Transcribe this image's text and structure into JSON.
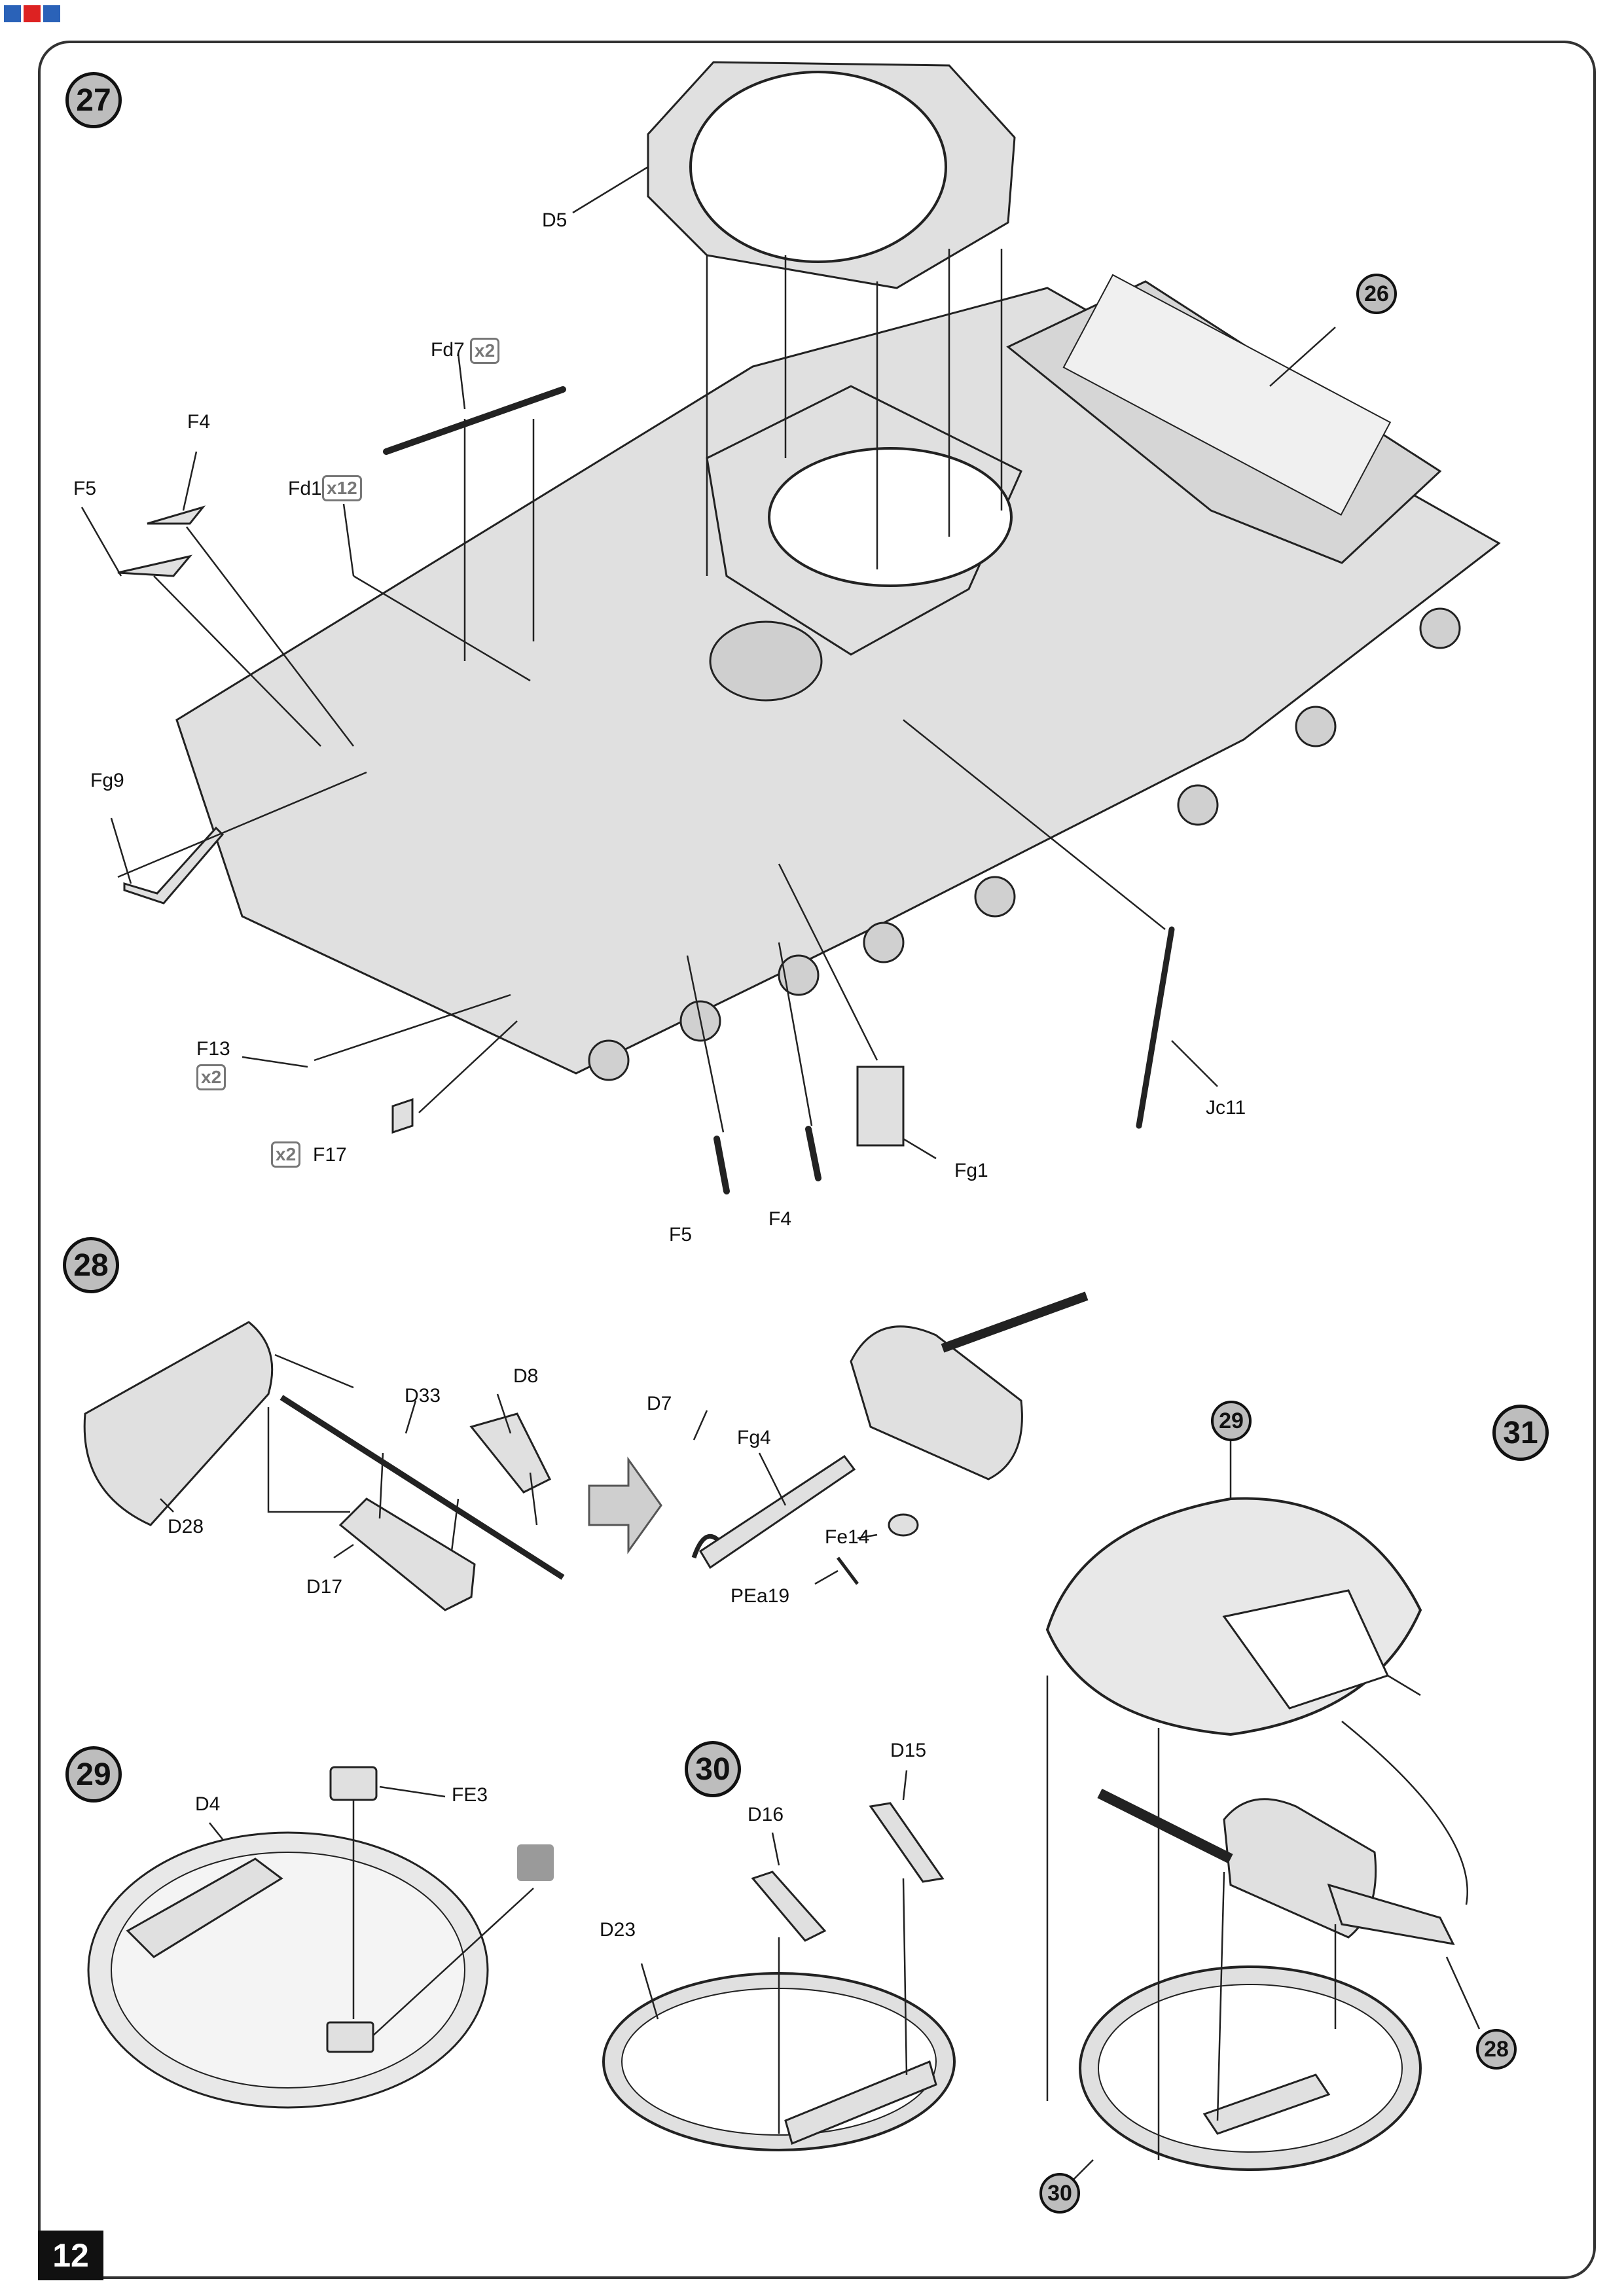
{
  "page": {
    "number": "12"
  },
  "steps": {
    "s27": "27",
    "s28": "28",
    "s29": "29",
    "s30": "30",
    "s31": "31"
  },
  "refs": {
    "r26": "26",
    "r29_top": "29",
    "r28_right": "28",
    "r30_bottom": "30"
  },
  "labels": {
    "D5": "D5",
    "Fd7": "Fd7",
    "F4_top": "F4",
    "F5_top": "F5",
    "Fd1": "Fd1",
    "Fg9": "Fg9",
    "F13": "F13",
    "F17": "F17",
    "F5_bottom": "F5",
    "F4_bottom": "F4",
    "Fg1": "Fg1",
    "Jc11": "Jc11",
    "D28": "D28",
    "D33": "D33",
    "D8": "D8",
    "D17": "D17",
    "D7": "D7",
    "Fg4": "Fg4",
    "Fe14": "Fe14",
    "PEa19": "PEa19",
    "D4": "D4",
    "FE3": "FE3",
    "D16": "D16",
    "D15": "D15",
    "D23": "D23"
  },
  "quantities": {
    "Fd7_qty": "x2",
    "Fd1_qty": "x12",
    "F13_qty": "x2",
    "F17_qty": "x2"
  },
  "icons": {
    "watermark": "brand-logo-icon",
    "photo_etch": "photo-etch-icon",
    "step_arrow": "next-step-arrow-icon"
  },
  "colors": {
    "part_fill": "#e0e0e0",
    "badge_fill": "#bdbdbd",
    "line": "#222222"
  }
}
